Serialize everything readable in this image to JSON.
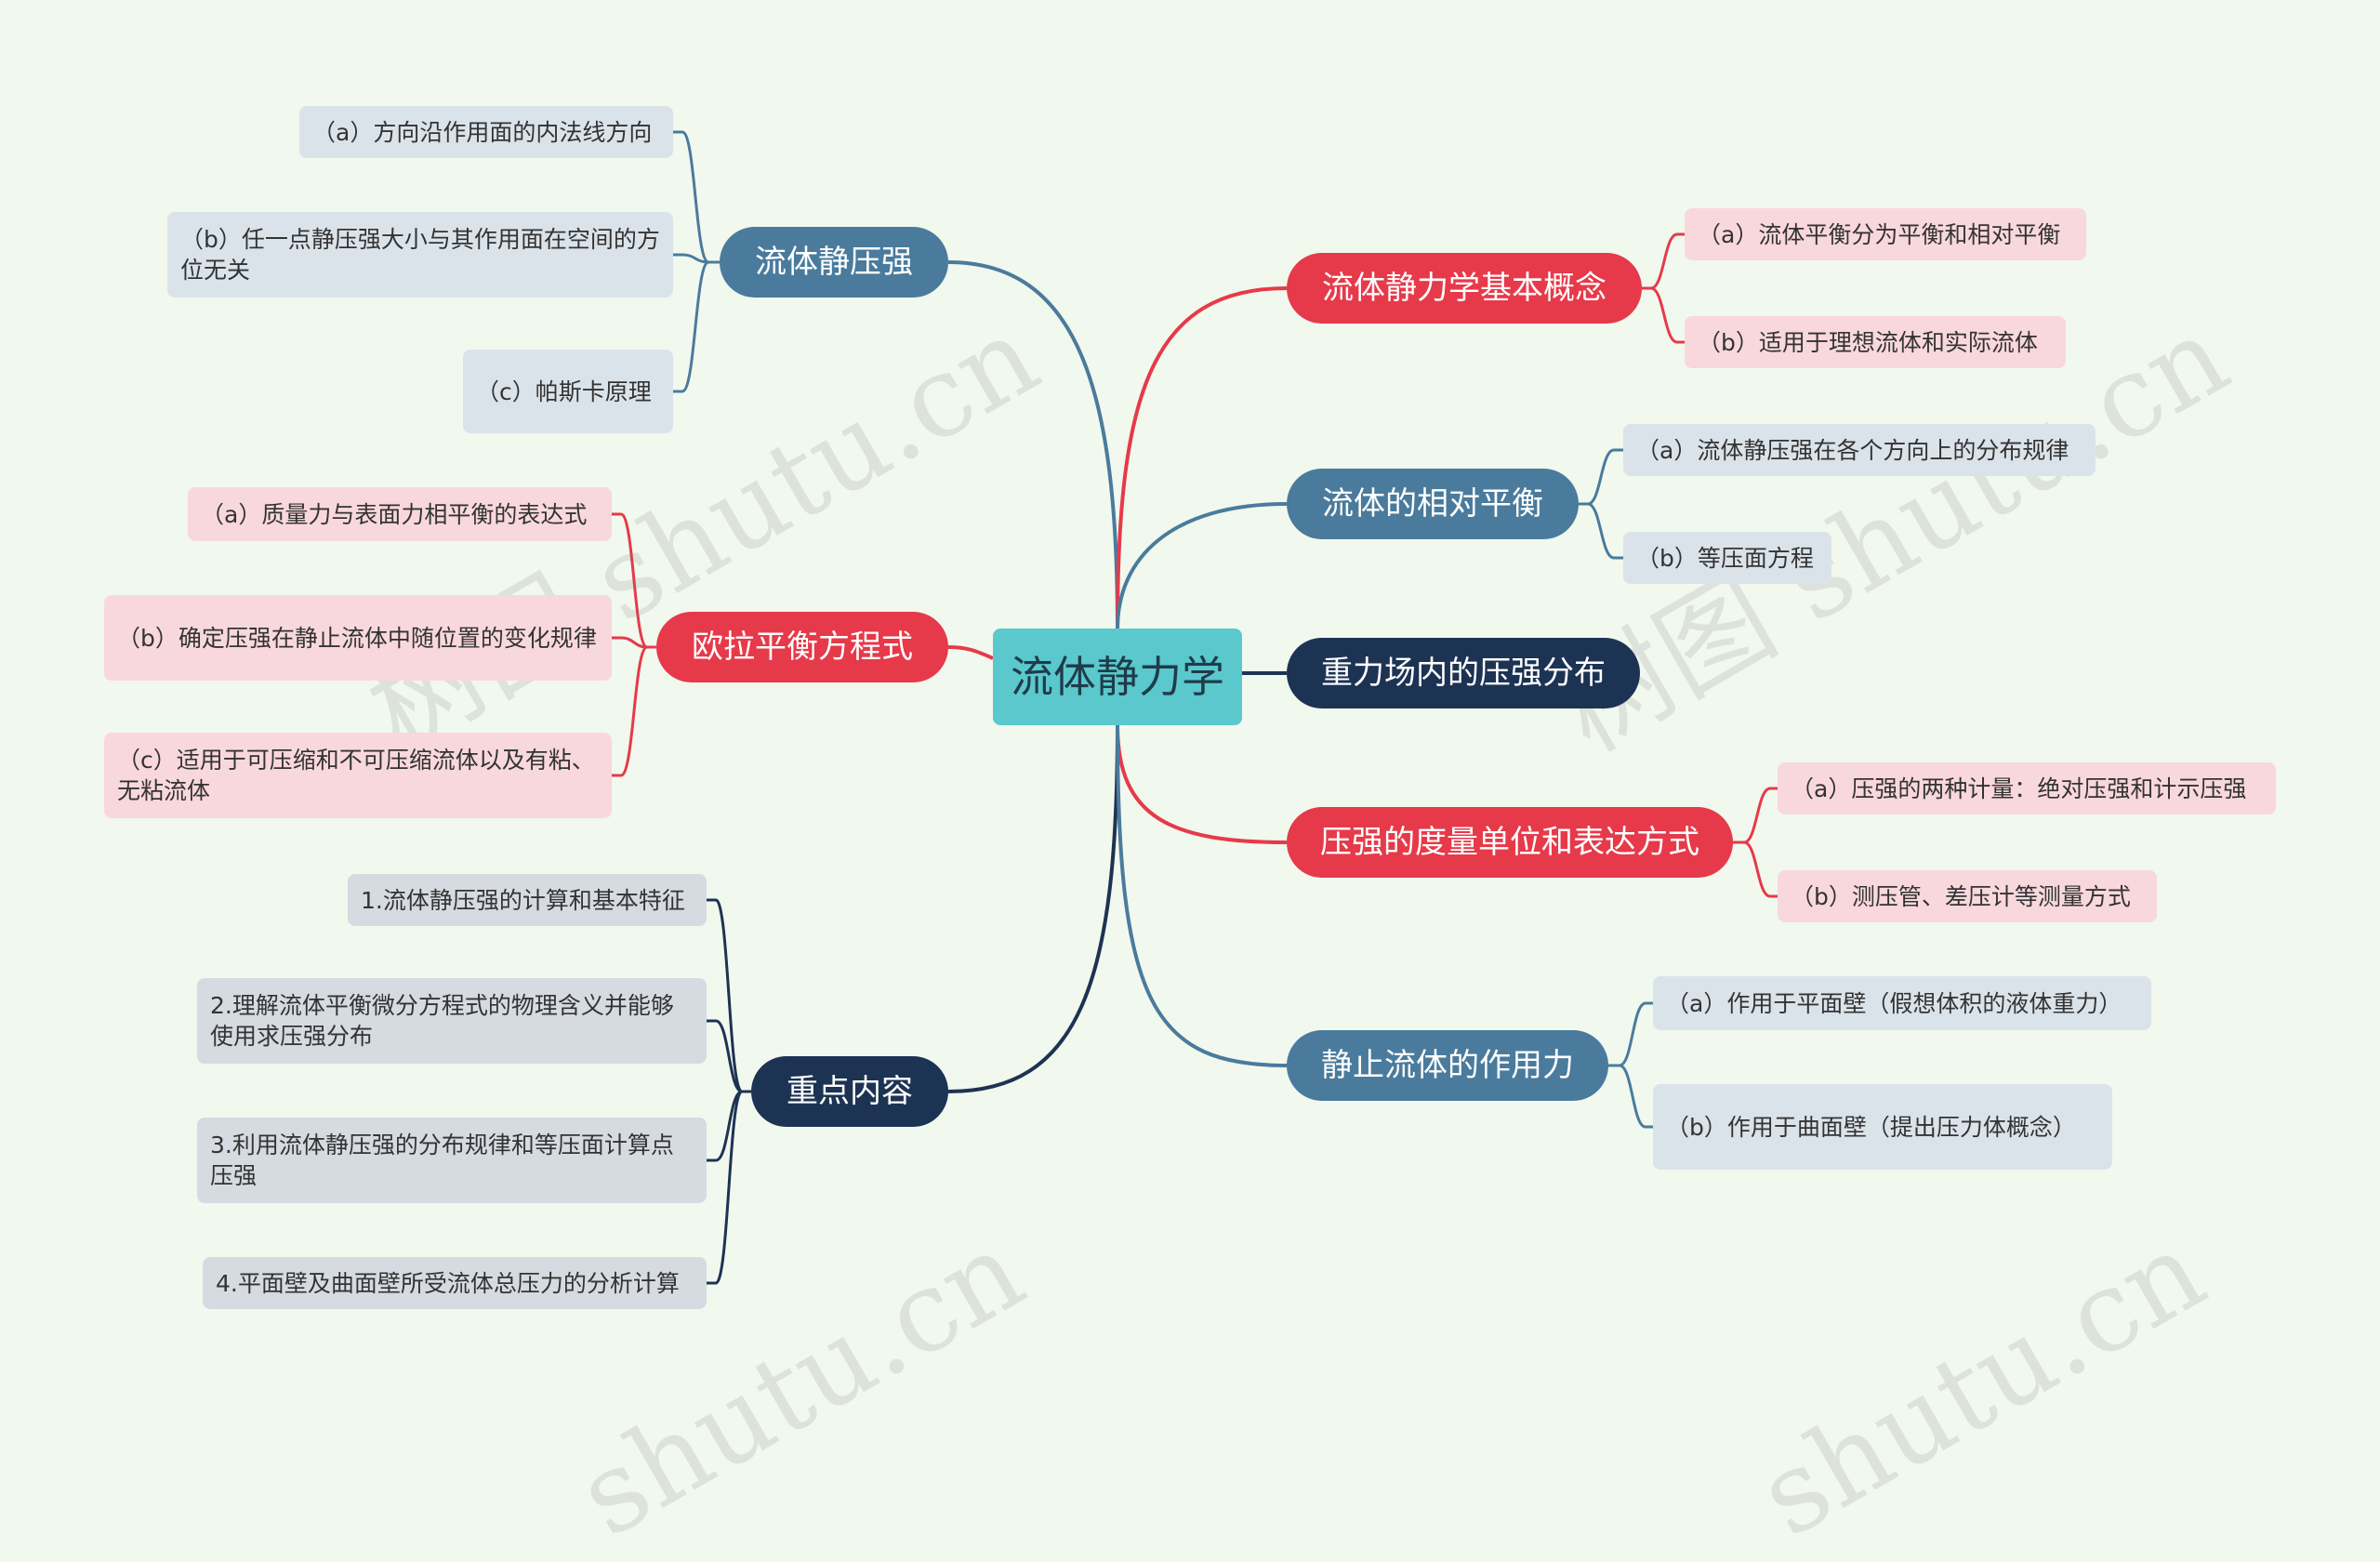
{
  "root": {
    "label": "流体静力学"
  },
  "colors": {
    "red": "#e63a4a",
    "blue": "#4a7b9c",
    "navy": "#1d3353",
    "root": "#5ac8cc",
    "background": "#f1f8ee"
  },
  "branches": [
    {
      "label": "流体静压强",
      "color": "blue",
      "children": [
        "（a）方向沿作用面的内法线方向",
        "（b）任一点静压强大小与其作用面在空间的方位无关",
        "（c）帕斯卡原理"
      ]
    },
    {
      "label": "欧拉平衡方程式",
      "color": "red",
      "children": [
        "（a）质量力与表面力相平衡的表达式",
        "（b）确定压强在静止流体中随位置的变化规律",
        "（c）适用于可压缩和不可压缩流体以及有粘、无粘流体"
      ]
    },
    {
      "label": "重点内容",
      "color": "navy",
      "children": [
        "1.流体静压强的计算和基本特征",
        "2.理解流体平衡微分方程式的物理含义并能够使用求压强分布",
        "3.利用流体静压强的分布规律和等压面计算点压强",
        "4.平面壁及曲面壁所受流体总压力的分析计算"
      ]
    },
    {
      "label": "流体静力学基本概念",
      "color": "red",
      "children": [
        "（a）流体平衡分为平衡和相对平衡",
        "（b）适用于理想流体和实际流体"
      ]
    },
    {
      "label": "流体的相对平衡",
      "color": "blue",
      "children": [
        "（a）流体静压强在各个方向上的分布规律",
        "（b）等压面方程"
      ]
    },
    {
      "label": "重力场内的压强分布",
      "color": "navy",
      "children": []
    },
    {
      "label": "压强的度量单位和表达方式",
      "color": "red",
      "children": [
        "（a）压强的两种计量：绝对压强和计示压强",
        "（b）测压管、差压计等测量方式"
      ]
    },
    {
      "label": "静止流体的作用力",
      "color": "blue",
      "children": [
        "（a）作用于平面壁（假想体积的液体重力）",
        "（b）作用于曲面壁（提出压力体概念）"
      ]
    }
  ],
  "watermarks": [
    "树图 shutu.cn",
    "树图 shutu.cn",
    "shutu.cn",
    "shutu.cn"
  ]
}
